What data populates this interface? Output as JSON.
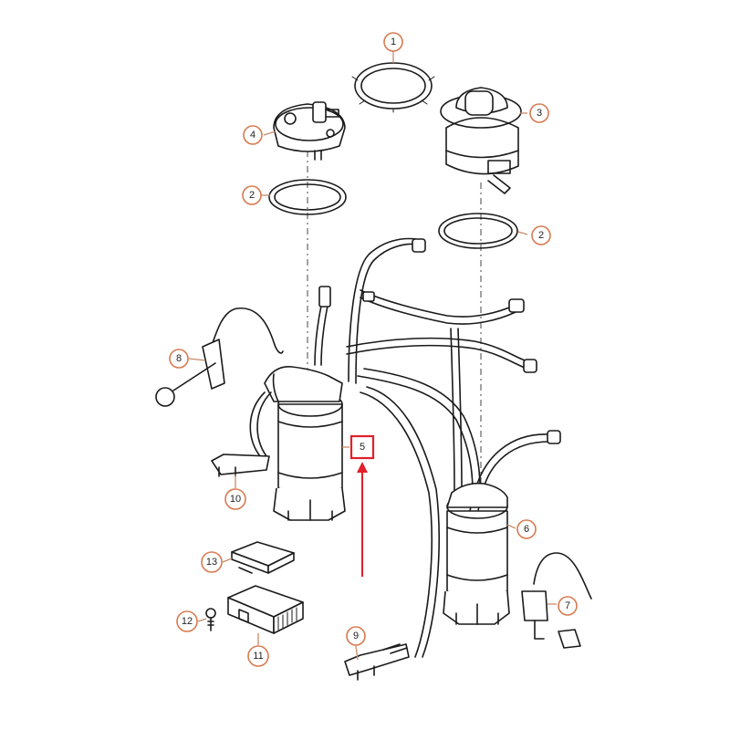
{
  "diagram": {
    "callouts": [
      {
        "label": "1"
      },
      {
        "label": "2"
      },
      {
        "label": "2"
      },
      {
        "label": "3"
      },
      {
        "label": "4"
      },
      {
        "label": "5"
      },
      {
        "label": "6"
      },
      {
        "label": "7"
      },
      {
        "label": "8"
      },
      {
        "label": "9"
      },
      {
        "label": "10"
      },
      {
        "label": "11"
      },
      {
        "label": "12"
      },
      {
        "label": "13"
      }
    ],
    "highlight": {
      "label": "5",
      "color": "#e0202a"
    },
    "colors": {
      "line": "#1a1a1a",
      "callout_ring": "#d87a50",
      "highlight": "#e0202a"
    }
  }
}
